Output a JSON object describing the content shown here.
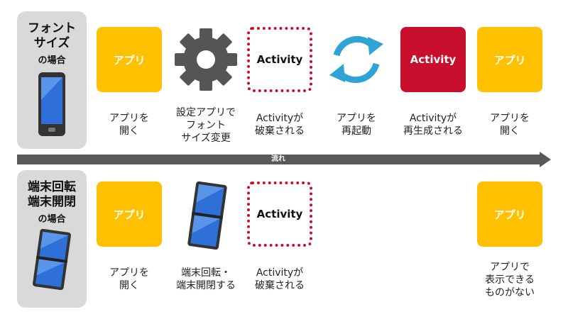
{
  "colors": {
    "app": "#ffc000",
    "activity_red": "#c8102e",
    "cycle": "#2ea3d6",
    "flow": "#595959",
    "panel": "#d9d9d9"
  },
  "top_row": {
    "title": "フォント\nサイズ",
    "subtitle": "の場合",
    "tiles": {
      "app1": "アプリ",
      "activity_destroyed": "Activity",
      "activity_recreated": "Activity",
      "app2": "アプリ"
    },
    "captions": [
      "アプリを\n開く",
      "設定アプリで\nフォント\nサイズ変更",
      "Activityが\n破棄される",
      "アプリを\n再起動",
      "Activityが\n再生成される",
      "アプリを\n開く"
    ],
    "icons": {
      "side": "phone-icon",
      "settings": "gear-icon",
      "restart": "cycle-arrows-icon"
    }
  },
  "flow_label": "流れ",
  "bottom_row": {
    "title": "端末回転\n端末開閉",
    "subtitle": "の場合",
    "tiles": {
      "app1": "アプリ",
      "activity_destroyed": "Activity",
      "app2": "アプリ"
    },
    "captions": [
      "アプリを\n開く",
      "端末回転・\n端末開閉する",
      "Activityが\n破棄される",
      "アプリで\n表示できる\nものがない"
    ],
    "icons": {
      "side": "foldable-phone-icon",
      "rotate": "foldable-phone-icon"
    }
  }
}
